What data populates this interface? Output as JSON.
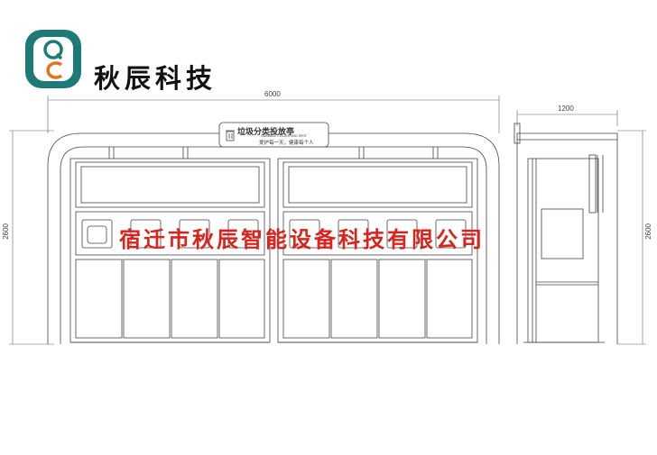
{
  "brand": {
    "logo_letters": "QC",
    "name": "秋辰科技",
    "colors": {
      "teal": "#1e7a78",
      "orange": "#e0741d"
    }
  },
  "watermark": {
    "text": "宿迁市秋辰智能设备科技有限公司",
    "color": "#d9231c"
  },
  "dimensions": {
    "front_width": "6000",
    "front_height": "2600",
    "side_width": "1200",
    "side_height": "2600"
  },
  "sign": {
    "title": "垃圾分类投放亭",
    "subtitle": "GARBAGE COLLECTING SPOT",
    "slogan": "爱护每一天，健康每个人"
  }
}
